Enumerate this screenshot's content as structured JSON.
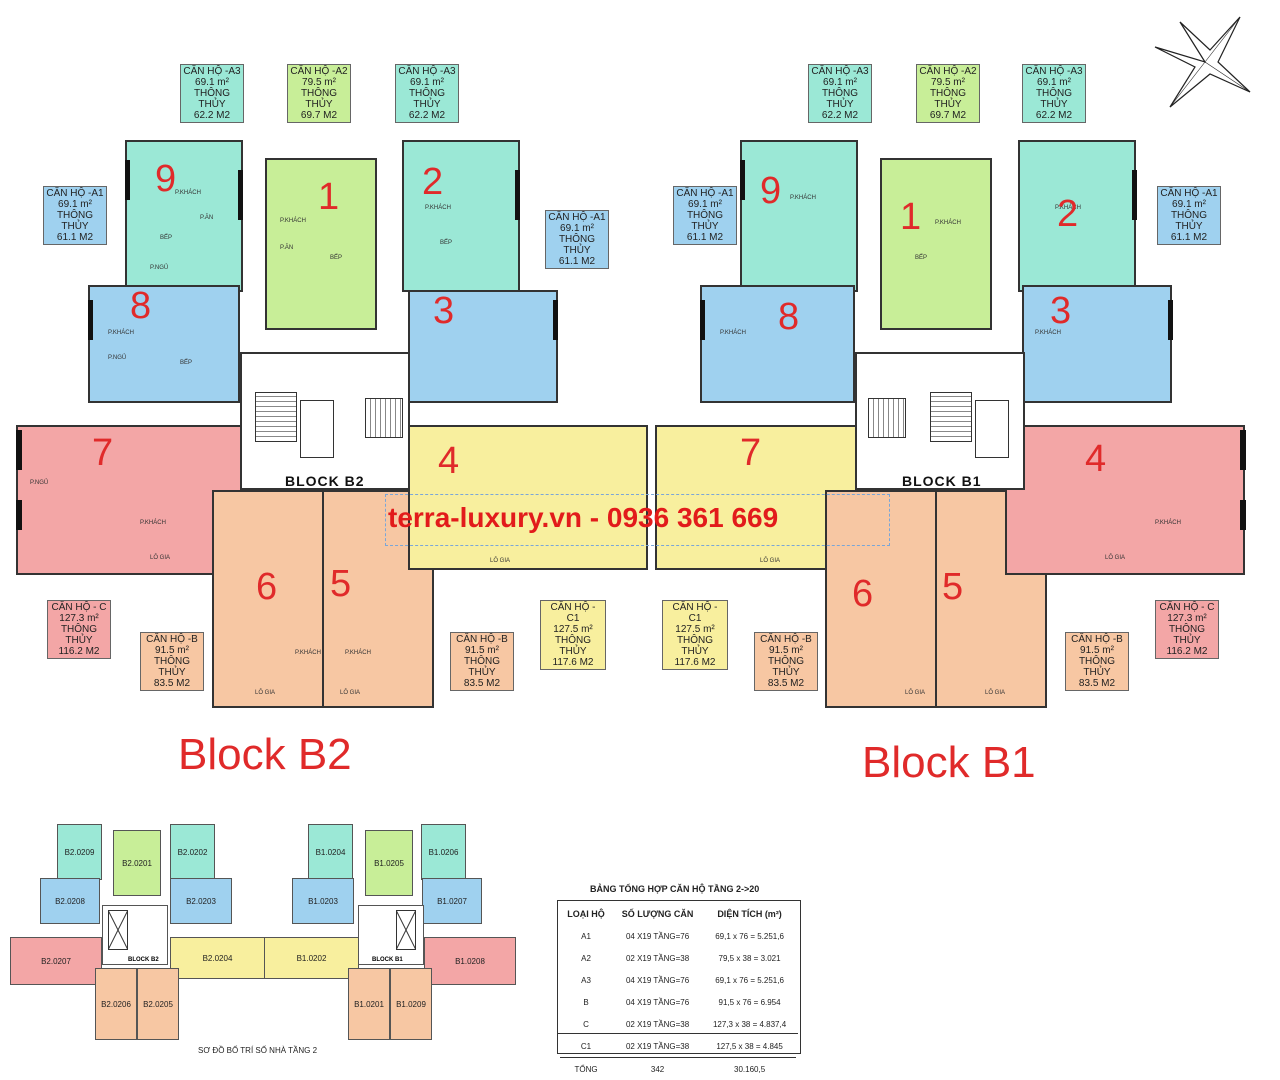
{
  "labels": {
    "b2_a3_left": {
      "name": "CĂN HỘ -A3",
      "area": "69.1 m²",
      "net_label": "THÔNG THỦY",
      "net": "62.2 M2"
    },
    "b2_a2": {
      "name": "CĂN HỘ -A2",
      "area": "79.5 m²",
      "net_label": "THÔNG THỦY",
      "net": "69.7 M2"
    },
    "b2_a3_right": {
      "name": "CĂN HỘ -A3",
      "area": "69.1 m²",
      "net_label": "THÔNG THỦY",
      "net": "62.2 M2"
    },
    "b2_a1_left": {
      "name": "CĂN HỘ -A1",
      "area": "69.1 m²",
      "net_label": "THÔNG THỦY",
      "net": "61.1 M2"
    },
    "b2_a1_right": {
      "name": "CĂN HỘ -A1",
      "area": "69.1 m²",
      "net_label": "THÔNG THỦY",
      "net": "61.1 M2"
    },
    "b2_c": {
      "name": "CĂN HỘ - C",
      "area": "127.3 m²",
      "net_label": "THÔNG THỦY",
      "net": "116.2 M2"
    },
    "b2_b_left": {
      "name": "CĂN HỘ -B",
      "area": "91.5 m²",
      "net_label": "THÔNG THỦY",
      "net": "83.5 M2"
    },
    "b2_b_right": {
      "name": "CĂN HỘ -B",
      "area": "91.5 m²",
      "net_label": "THÔNG THỦY",
      "net": "83.5 M2"
    },
    "b2_c1": {
      "name": "CĂN HỘ - C1",
      "area": "127.5 m²",
      "net_label": "THÔNG THỦY",
      "net": "117.6 M2"
    },
    "b1_c1": {
      "name": "CĂN HỘ - C1",
      "area": "127.5 m²",
      "net_label": "THÔNG THỦY",
      "net": "117.6 M2"
    },
    "b1_a3_left": {
      "name": "CĂN HỘ -A3",
      "area": "69.1 m²",
      "net_label": "THÔNG THỦY",
      "net": "62.2 M2"
    },
    "b1_a2": {
      "name": "CĂN HỘ -A2",
      "area": "79.5 m²",
      "net_label": "THÔNG THỦY",
      "net": "69.7 M2"
    },
    "b1_a3_right": {
      "name": "CĂN HỘ -A3",
      "area": "69.1 m²",
      "net_label": "THÔNG THỦY",
      "net": "62.2 M2"
    },
    "b1_a1_left": {
      "name": "CĂN HỘ -A1",
      "area": "69.1 m²",
      "net_label": "THÔNG THỦY",
      "net": "61.1 M2"
    },
    "b1_a1_right": {
      "name": "CĂN HỘ -A1",
      "area": "69.1 m²",
      "net_label": "THÔNG THỦY",
      "net": "61.1 M2"
    },
    "b1_b_left": {
      "name": "CĂN HỘ -B",
      "area": "91.5 m²",
      "net_label": "THÔNG THỦY",
      "net": "83.5 M2"
    },
    "b1_b_right": {
      "name": "CĂN HỘ -B",
      "area": "91.5 m²",
      "net_label": "THÔNG THỦY",
      "net": "83.5 M2"
    },
    "b1_c": {
      "name": "CĂN HỘ - C",
      "area": "127.3 m²",
      "net_label": "THÔNG THỦY",
      "net": "116.2 M2"
    }
  },
  "numbers": {
    "n1": "1",
    "n2": "2",
    "n3": "3",
    "n4": "4",
    "n5": "5",
    "n6": "6",
    "n7": "7",
    "n8": "8",
    "n9": "9"
  },
  "blocks": {
    "b2_core": "BLOCK B2",
    "b1_core": "BLOCK B1",
    "b2_title": "Block B2",
    "b1_title": "Block B1"
  },
  "watermark": "terra-luxury.vn - 0936 361 669",
  "rooms": {
    "khach": "P.KHÁCH",
    "an": "P.ĂN",
    "bep": "BẾP",
    "ngu": "P.NGỦ",
    "logia": "LÔ GIA"
  },
  "mini_map": {
    "caption": "SƠ ĐỒ BỐ TRÍ SỐ NHÀ TẦNG 2",
    "b2_core": "BLOCK B2",
    "b1_core": "BLOCK B1",
    "u": {
      "b2_0209": "B2.0209",
      "b2_0201": "B2.0201",
      "b2_0202": "B2.0202",
      "b2_0208": "B2.0208",
      "b2_0203": "B2.0203",
      "b2_0207": "B2.0207",
      "b2_0204": "B2.0204",
      "b2_0206": "B2.0206",
      "b2_0205": "B2.0205",
      "b1_0204": "B1.0204",
      "b1_0205": "B1.0205",
      "b1_0206": "B1.0206",
      "b1_0203": "B1.0203",
      "b1_0207": "B1.0207",
      "b1_0202": "B1.0202",
      "b1_0208": "B1.0208",
      "b1_0201": "B1.0201",
      "b1_0209": "B1.0209"
    }
  },
  "summary": {
    "title": "BẢNG TỔNG HỢP CĂN HỘ TẦNG 2->20",
    "headers": [
      "LOẠI HỘ",
      "SỐ LƯỢNG CĂN",
      "DIỆN TÍCH (m²)"
    ],
    "rows": [
      [
        "A1",
        "04 X19 TẦNG=76",
        "69,1 x 76 = 5.251,6"
      ],
      [
        "A2",
        "02 X19 TẦNG=38",
        "79,5 x 38 = 3.021"
      ],
      [
        "A3",
        "04 X19 TẦNG=76",
        "69,1 x 76 = 5.251,6"
      ],
      [
        "B",
        "04 X19 TẦNG=76",
        "91,5 x 76 = 6.954"
      ],
      [
        "C",
        "02 X19 TẦNG=38",
        "127,3 x 38 = 4.837,4"
      ],
      [
        "C1",
        "02 X19 TẦNG=38",
        "127,5 x 38 = 4.845"
      ],
      [
        "TỔNG",
        "342",
        "30.160,5"
      ]
    ]
  },
  "colors": {
    "a3": "#9be8d6",
    "a2": "#c8ee98",
    "a1": "#9fd1ef",
    "c": "#f3a6a6",
    "c1": "#f8ef9e",
    "b": "#f7c7a3",
    "accent": "#e02a2a"
  },
  "icons": {
    "north": "compass-icon"
  }
}
